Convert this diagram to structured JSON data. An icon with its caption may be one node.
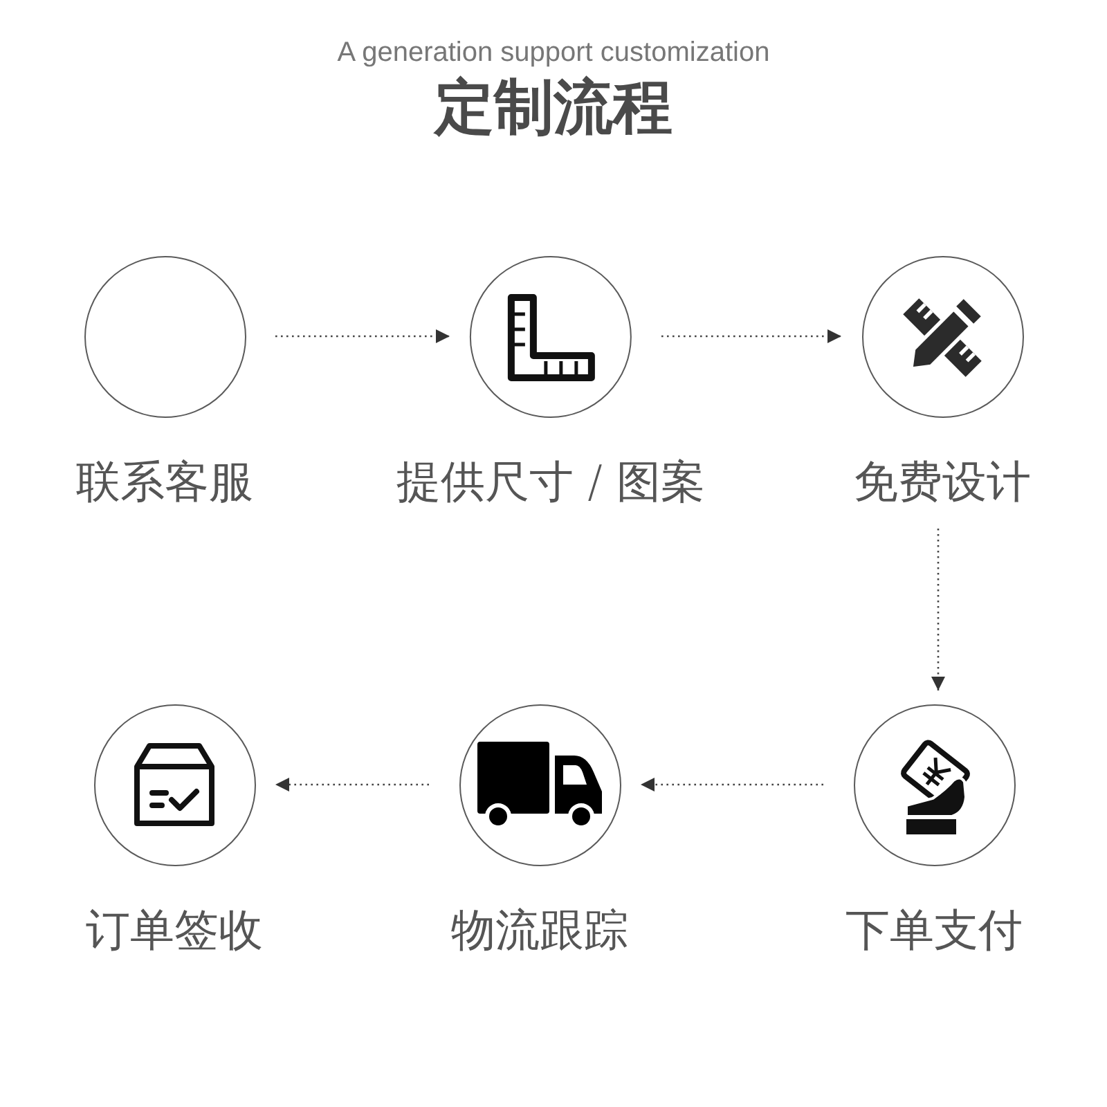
{
  "diagram": {
    "title": "定制流程",
    "nodes": [
      {
        "text": [
          "联系客服"
        ]
      },
      {
        "text": [
          "提供尺寸 / 图案"
        ]
      },
      {
        "text": [
          "免费设计"
        ]
      },
      {
        "text": [
          "订单签收"
        ]
      },
      {
        "text": [
          "物流跟踪"
        ]
      },
      {
        "text": [
          "下单支付"
        ]
      }
    ],
    "edges": [
      {
        "from": 0,
        "to": 1,
        "arrow": "to"
      },
      {
        "from": 1,
        "to": 2,
        "arrow": "to"
      },
      {
        "from": 2,
        "to": 5,
        "arrow": "to"
      },
      {
        "from": 5,
        "to": 4,
        "arrow": "to"
      },
      {
        "from": 4,
        "to": 3,
        "arrow": "to"
      }
    ],
    "labels": [
      "A generation support customization"
    ]
  }
}
